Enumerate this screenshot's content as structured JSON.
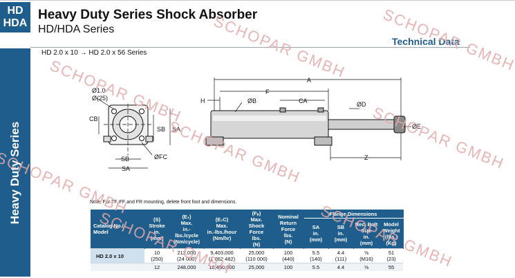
{
  "tab": {
    "line1": "HD",
    "line2": "HDA"
  },
  "header": {
    "title": "Heavy Duty Series Shock Absorber",
    "subtitle": "HD/HDA Series",
    "section": "Technical Data"
  },
  "sidebar": {
    "label": "Heavy Duty Series"
  },
  "series_range": "HD 2.0 x 10 → HD 2.0 x 56 Series",
  "front_view": {
    "bolt_dia": "Ø1.0",
    "bolt_dia_mm": "Ø(25)",
    "cb": "CB",
    "sb": "SB",
    "sa": "SA",
    "fc": "ØFC",
    "sb_bottom": "SB",
    "sa_bottom": "SA"
  },
  "side_view": {
    "a": "A",
    "f": "F",
    "h": "H",
    "b": "ØB",
    "ca": "CA",
    "d": "ØD",
    "e": "ØE",
    "z": "Z"
  },
  "note": "Note: For TF, FF and FR mounting, delete front foot and dimensions.",
  "watermark": "SCHOPAR GMBH",
  "table": {
    "flange_group": "Flange Dimensions",
    "headers": [
      [
        "Catalog No./",
        "Model"
      ],
      [
        "(S)",
        "Stroke",
        "in.",
        "(mm)"
      ],
      [
        "(E₁)",
        "Max.",
        "in.-lbs./cycle",
        "(Nm/cycle)"
      ],
      [
        "(E₁C)",
        "Max.",
        "in.-lbs./hour",
        "(Nm/hr)"
      ],
      [
        "(Fₚ)",
        "Max.",
        "Shock Force",
        "lbs.",
        "(N)"
      ],
      [
        "Nominal",
        "Return",
        "Force",
        "lbs.",
        "(N)"
      ],
      [
        "SA",
        "in.",
        "(mm)"
      ],
      [
        "SB",
        "in.",
        "(mm)"
      ],
      [
        "Rec. Bolt",
        "Size",
        "in.",
        "(mm)"
      ],
      [
        "Model",
        "Weight",
        "(lbs.)",
        "(Kg)"
      ]
    ],
    "rows": [
      {
        "model": "HD 2.0 x 10",
        "cells": [
          [
            "10",
            "(250)"
          ],
          [
            "212,000",
            "(24 000)"
          ],
          [
            "9,403,000",
            "(1 062 482)"
          ],
          [
            "25,000",
            "(110 000)"
          ],
          [
            "100",
            "(440)"
          ],
          [
            "5.5",
            "(140)"
          ],
          [
            "4.4",
            "(111)"
          ],
          [
            "⅝",
            "(M16)"
          ],
          [
            "51",
            "(23)"
          ]
        ]
      },
      {
        "model": "",
        "cells": [
          [
            "12",
            ""
          ],
          [
            "248,000",
            ""
          ],
          [
            "10,450,000",
            ""
          ],
          [
            "25,000",
            ""
          ],
          [
            "100",
            ""
          ],
          [
            "5.5",
            ""
          ],
          [
            "4.4",
            ""
          ],
          [
            "⅝",
            ""
          ],
          [
            "55",
            ""
          ]
        ]
      }
    ]
  }
}
